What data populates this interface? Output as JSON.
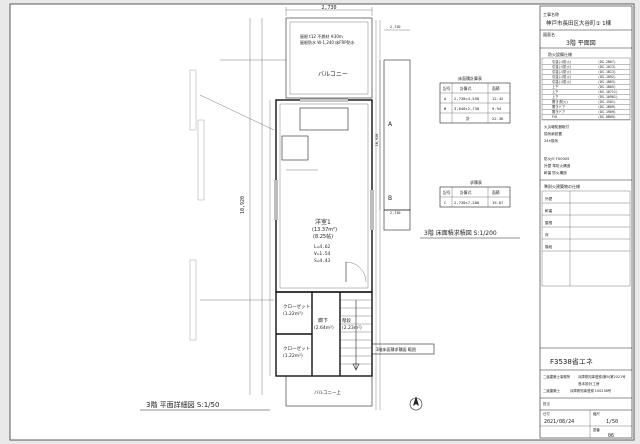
{
  "titleblock": {
    "project": "神戸市長田区大谷町① 1棟",
    "drawing_title_label": "図面名",
    "drawing_title": "3階 平面図",
    "legend_header": "防火設備仕様",
    "legend_rows": [
      [
        "引違い(防火)",
        "(DS-2B07)"
      ],
      [
        "引違い(防火)",
        "(DS-1013)"
      ],
      [
        "引違い(防火)",
        "(DS-1B13)"
      ],
      [
        "引違い(防火)",
        "(DS-1092)"
      ],
      [
        "引違い(防火)",
        "(DS-1B03)"
      ],
      [
        "上下",
        "(DS-1B05)"
      ],
      [
        "上下",
        "(DS-10711)"
      ],
      [
        "上下",
        "(DS-10901)"
      ],
      [
        "開き(防火)",
        "(DS-1501)"
      ],
      [
        "開きドア",
        "(DS-1B09)"
      ],
      [
        "開きドア",
        "(DS-1909)"
      ],
      [
        "FIX",
        "(DS-0B09)"
      ]
    ],
    "notes": [
      "火災報知器取付",
      "換気扇設置",
      "24h換気",
      "防火戸 F00005",
      "外壁 準防火構造",
      "軒裏 防火構造"
    ],
    "section_title": "準耐火建築物の仕様",
    "spec_lines": [
      "外壁",
      "軒裏",
      "屋根",
      "床",
      "階段"
    ],
    "energy_title": "F3538省エネ",
    "architect_label": "二級建築士事務所",
    "architect_value": "兵庫県知事登録(第B)第2021号",
    "office_name": "島本設計工房",
    "registration_label": "二級建築士",
    "registration_value": "兵庫県知事登録 100238号",
    "scale_label": "縮尺",
    "scale_value": "1/50",
    "date_label": "日付",
    "date_value": "2021/08/24",
    "sheet_label": "図番",
    "sheet_value": "06",
    "approver_label": "担当"
  },
  "plan": {
    "top_dim": "2,730",
    "left_dim": "10,920",
    "balcony_label": "バルコニー",
    "roof_note_1": "屋根 t12 不燃材 ※30m",
    "roof_note_2": "屋根防水 W-1,240 床FRP防水",
    "room1_name": "洋室1",
    "room1_area": "(13.37m²)",
    "room1_tatami": "(8.25帖)",
    "ceiling_height_1": "L=4.62",
    "ceiling_height_2": "V=1.54",
    "ceiling_height_3": "S=4.43",
    "closet_label": "クローゼット",
    "closet1_area": "(1.22m²)",
    "closet2_area": "(1.22m²)",
    "hall_label": "廊下",
    "hall_area": "(2.64m²)",
    "stair_label": "階段",
    "stair_area": "(2.23m²)",
    "balcony_bottom": "バルコニー上",
    "detail_title": "3階 平面詳細図 S:1/50",
    "mini_title": "3階 床面積求積図 S:1/200",
    "area_table_title": "床面積計算表",
    "area_table": [
      [
        "記号",
        "計算式",
        "面積"
      ],
      [
        "A",
        "2,730×4,550",
        "12.42"
      ],
      [
        "B",
        "3,640×2,730",
        "9.94"
      ],
      [
        "",
        "計",
        "22.36"
      ]
    ],
    "area_table2_title": "求積表",
    "area_table2": [
      [
        "記号",
        "計算式",
        "面積"
      ],
      [
        "C",
        "2,730×7,280",
        "19.87"
      ]
    ],
    "mini_dim_top": "2,730",
    "mini_dim_side": "10,920",
    "mini_dim_bottom": "2,730",
    "mini_legend": "3階床面積求積図 範囲"
  }
}
